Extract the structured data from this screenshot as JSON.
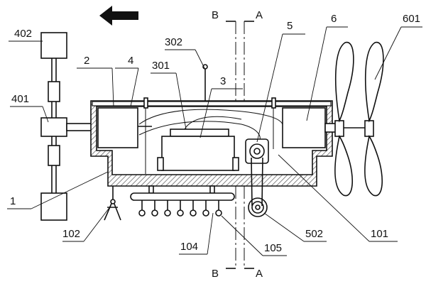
{
  "labels": {
    "l402": "402",
    "l2": "2",
    "l4": "4",
    "l302": "302",
    "l301": "301",
    "l3": "3",
    "l5": "5",
    "l6": "6",
    "l601": "601",
    "l401": "401",
    "l1": "1",
    "l102": "102",
    "l104": "104",
    "l105": "105",
    "l502": "502",
    "l101": "101",
    "section_b_top": "B",
    "section_a_top": "A",
    "section_b_bottom": "B",
    "section_a_bottom": "A"
  },
  "colors": {
    "line": "#111111",
    "hatch": "#555555",
    "background": "#ffffff"
  },
  "icons": {
    "direction_arrow": "arrow-left-icon"
  }
}
